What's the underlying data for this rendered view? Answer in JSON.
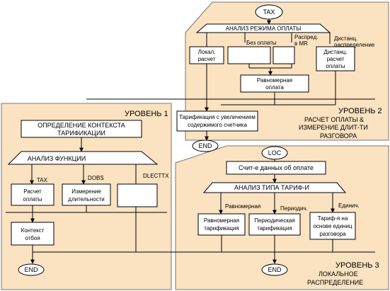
{
  "colors": {
    "panel": "#fbe2c0",
    "box": "#ffffff",
    "line": "#000000",
    "accent_line": "#5a5a5a"
  },
  "top": {
    "tax": "TAX",
    "analysis_label": "АНАЛИЗ  РЕЖИМА ОПЛАТЫ",
    "branch_no_pay": "Без оплаты",
    "branch_distrib_mr": [
      "Распред.",
      "в MR"
    ],
    "branch_distanc": [
      "Дистанц.",
      "распределение"
    ],
    "box_local": [
      "Локал.",
      "расчет"
    ],
    "box_distanc": [
      "Дистанц.",
      "расчет",
      "оплаты"
    ],
    "box_uniform": [
      "Равномерная",
      "оплата"
    ],
    "box_tariffication": [
      "Тарификация с увеличением",
      "содержимого счетчика"
    ],
    "end": "END",
    "level_title": "УРОВЕНЬ  2",
    "level_desc": [
      "РАСЧЕТ ОПЛАТЫ &",
      "ИЗМЕРЕНИЕ ДЛИТ-ТИ",
      "РАЗГОВОРА"
    ]
  },
  "left": {
    "level_title": "УРОВЕНЬ 1",
    "context": [
      "ОПРЕДЕЛЕНИЕ КОНТЕКСТА",
      "ТАРИФИКАЦИИ"
    ],
    "analysis_label": "АНАЛИЗ ФУНКЦИИ",
    "branch_tax": "TAX",
    "branch_dobs": "DOBS",
    "branch_dlecttx": "DLECTTX",
    "box_calc": [
      "Расчет",
      "оплаты"
    ],
    "box_measure": [
      "Измерение",
      "длительности"
    ],
    "box_context": [
      "Контекст",
      "отбоя"
    ],
    "end": "END"
  },
  "right": {
    "loc": "LOC",
    "read_box": "Счит-е данных об оплате",
    "analysis_label": "АНАЛИЗ ТИПА ТАРИФ-И",
    "branch_uniform": "Равномерная",
    "branch_periodic": "Периодич.",
    "branch_unit": "Единич.",
    "box_uniform": [
      "Равномерная",
      "тарификация"
    ],
    "box_periodic": [
      "Периодическая",
      "тарификация"
    ],
    "box_unit": [
      "Тариф-я на",
      "основе  единиц",
      "разговора"
    ],
    "end": "END",
    "level_title": "УРОВЕНЬ 3",
    "level_desc": [
      "ЛОКАЛЬНОЕ",
      "РАСПРЕДЕЛЕНИЕ"
    ]
  }
}
